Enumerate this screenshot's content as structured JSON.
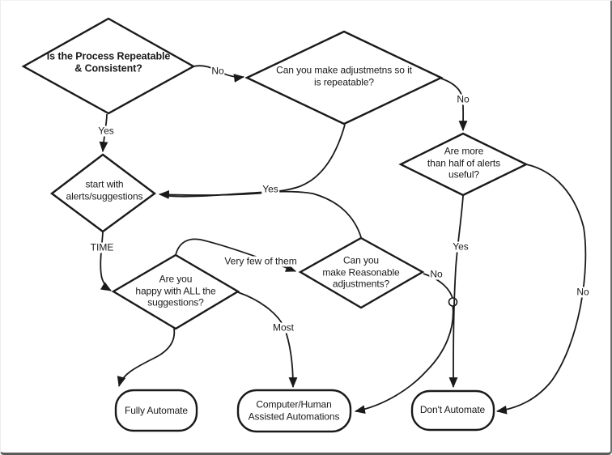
{
  "colors": {
    "line": "#1a1a1a",
    "fill": "#ffffff",
    "frame_border": "#6e6e6e"
  },
  "nodes": {
    "repeatable": {
      "lines": [
        "Is the Process Repeatable",
        "& Consistent?"
      ]
    },
    "adjustments_repeatable": {
      "lines": [
        "Can you make adjustmetns so it",
        "is repeatable?"
      ]
    },
    "alerts": {
      "lines": [
        "start with",
        "alerts/suggestions"
      ]
    },
    "half_alerts_useful": {
      "lines": [
        "Are more",
        "than half of alerts",
        "useful?"
      ]
    },
    "reasonable_adjustments": {
      "lines": [
        "Can you",
        "make Reasonable",
        "adjustments?"
      ]
    },
    "happy_suggestions": {
      "lines": [
        "Are you",
        "happy with ALL the",
        "suggestions?"
      ]
    },
    "fully_automate": {
      "lines": [
        "Fully Automate"
      ]
    },
    "assisted_automations": {
      "lines": [
        "Computer/Human",
        "Assisted Automations"
      ]
    },
    "dont_automate": {
      "lines": [
        "Don't Automate"
      ]
    }
  },
  "edge_labels": {
    "not_repeatable": "No",
    "repeatable_yes": "Yes",
    "adjustments_yes": "Yes",
    "adjustments_no": "No",
    "half_useful_yes": "Yes",
    "half_useful_no": "No",
    "time": "TIME",
    "very_few": "Very few of them",
    "most": "Most",
    "reasonable_no": "No"
  }
}
